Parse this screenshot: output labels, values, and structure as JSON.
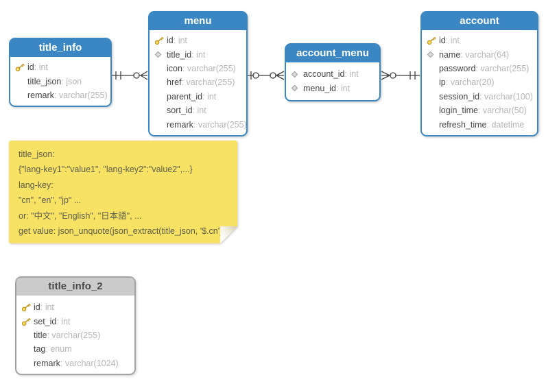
{
  "tables": [
    {
      "name": "title_info",
      "variant": "blue",
      "fields": [
        {
          "icon": "key",
          "name": "id",
          "type": "int"
        },
        {
          "icon": "none",
          "name": "title_json",
          "type": "json"
        },
        {
          "icon": "none",
          "name": "remark",
          "type": "varchar(255)"
        }
      ]
    },
    {
      "name": "menu",
      "variant": "blue",
      "fields": [
        {
          "icon": "key",
          "name": "id",
          "type": "int"
        },
        {
          "icon": "diamond",
          "name": "title_id",
          "type": "int"
        },
        {
          "icon": "none",
          "name": "icon",
          "type": "varchar(255)"
        },
        {
          "icon": "none",
          "name": "href",
          "type": "varchar(255)"
        },
        {
          "icon": "none",
          "name": "parent_id",
          "type": "int"
        },
        {
          "icon": "none",
          "name": "sort_id",
          "type": "int"
        },
        {
          "icon": "none",
          "name": "remark",
          "type": "varchar(255)"
        }
      ]
    },
    {
      "name": "account_menu",
      "variant": "blue",
      "fields": [
        {
          "icon": "diamond",
          "name": "account_id",
          "type": "int"
        },
        {
          "icon": "diamond",
          "name": "menu_id",
          "type": "int"
        }
      ]
    },
    {
      "name": "account",
      "variant": "blue",
      "fields": [
        {
          "icon": "key",
          "name": "id",
          "type": "int"
        },
        {
          "icon": "diamond",
          "name": "name",
          "type": "varchar(64)"
        },
        {
          "icon": "none",
          "name": "password",
          "type": "varchar(255)"
        },
        {
          "icon": "none",
          "name": "ip",
          "type": "varchar(20)"
        },
        {
          "icon": "none",
          "name": "session_id",
          "type": "varchar(100)"
        },
        {
          "icon": "none",
          "name": "login_time",
          "type": "varchar(50)"
        },
        {
          "icon": "none",
          "name": "refresh_time",
          "type": "datetime"
        }
      ]
    },
    {
      "name": "title_info_2",
      "variant": "gray",
      "fields": [
        {
          "icon": "key",
          "name": "id",
          "type": "int"
        },
        {
          "icon": "key",
          "name": "set_id",
          "type": "int"
        },
        {
          "icon": "none",
          "name": "title",
          "type": "varchar(255)"
        },
        {
          "icon": "none",
          "name": "tag",
          "type": "enum"
        },
        {
          "icon": "none",
          "name": "remark",
          "type": "varchar(1024)"
        }
      ]
    }
  ],
  "relationships": [
    {
      "from": "title_info",
      "to": "menu",
      "from_cardinality": "one-and-only-one",
      "to_cardinality": "zero-or-many"
    },
    {
      "from": "menu",
      "to": "account_menu",
      "from_cardinality": "zero-or-one",
      "to_cardinality": "zero-or-many"
    },
    {
      "from": "account_menu",
      "to": "account",
      "from_cardinality": "zero-or-many",
      "to_cardinality": "one-and-only-one"
    }
  ],
  "note": {
    "lines": [
      "title_json:",
      "{\"lang-key1\":\"value1\", \"lang-key2\":\"value2\",...}",
      "lang-key:",
      "\"cn\", \"en\", \"jp\" ...",
      "or: \"中文\", \"English\", \"日本語\", ...",
      "get value: json_unquote(json_extract(title_json, '$.cn')"
    ]
  },
  "colors": {
    "table_header_blue": "#3a87c3",
    "table_header_gray": "#cbcbcb",
    "note_background": "#f7e263",
    "key_icon_gold": "#f8d14b",
    "diamond_icon_gray": "#dcdcdc",
    "relationship_line": "#3f3f3f",
    "field_name_text": "#464646",
    "field_type_text": "#b5b5b5"
  }
}
